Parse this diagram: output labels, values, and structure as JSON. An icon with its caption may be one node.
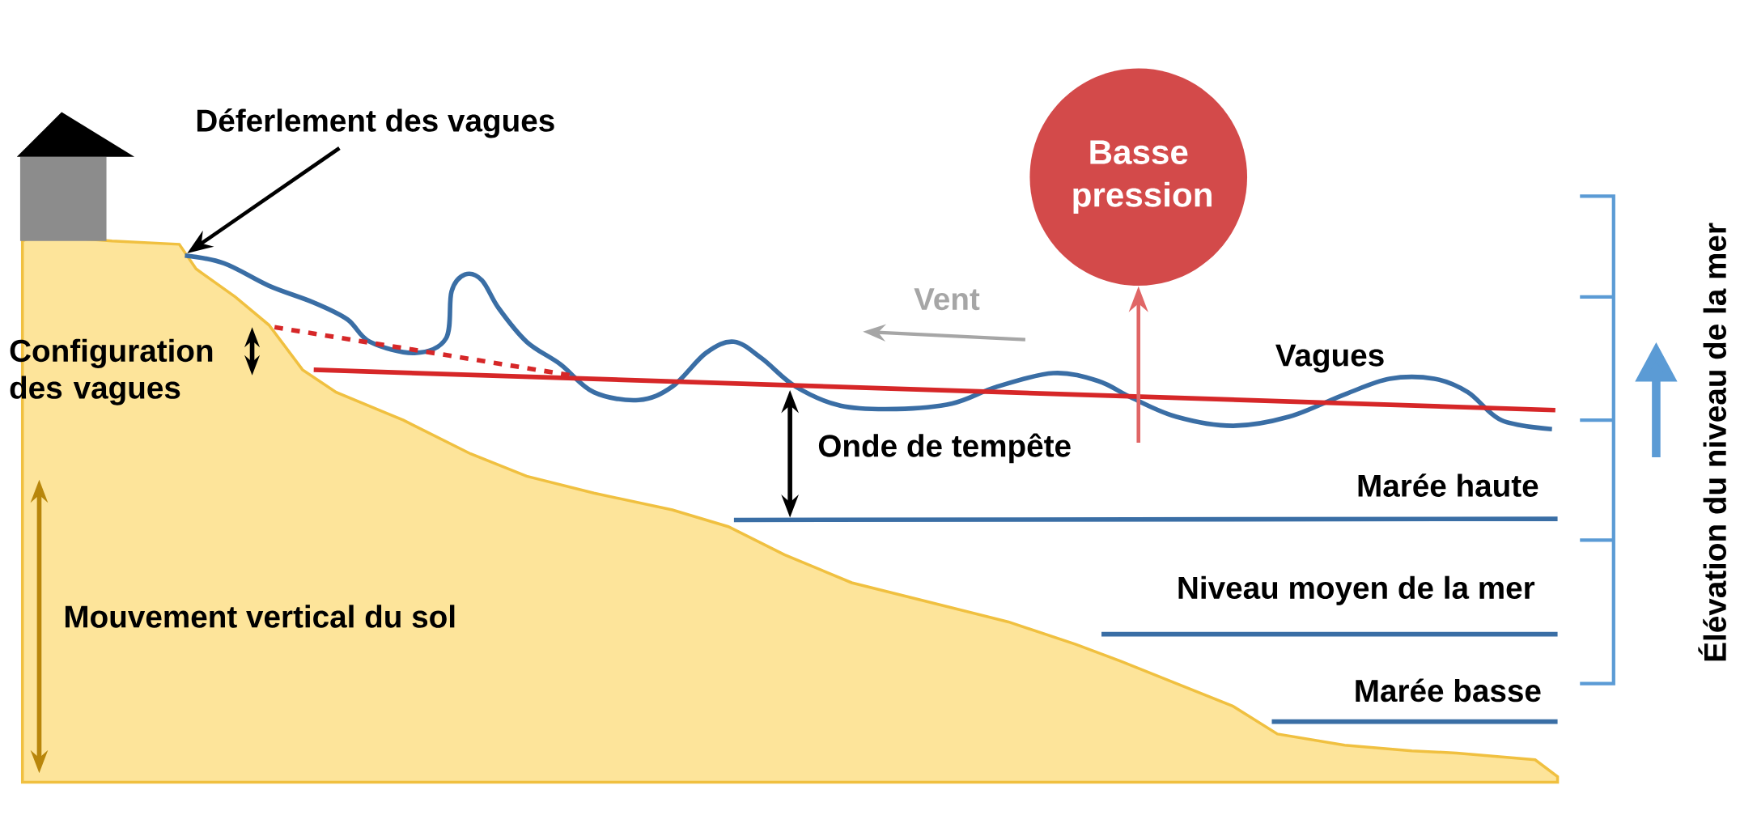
{
  "diagram": {
    "nodes": [
      {
        "text": [
          "Déferlement des vagues"
        ]
      },
      {
        "text": [
          "Basse pression"
        ]
      }
    ],
    "edges": [
      {
        "from": null,
        "to": 1,
        "arrow": "to",
        "color": "#e06666"
      },
      {
        "from": 0,
        "to": null,
        "arrow": "to",
        "color": "#000000"
      }
    ],
    "labels": [
      "Vent",
      "Vagues",
      "Configuration des vagues",
      "Onde de tempête",
      "Marée haute",
      "Niveau moyen de la mer",
      "Mouvement vertical du sol",
      "Marée basse",
      "Élévation du niveau de la mer"
    ]
  }
}
